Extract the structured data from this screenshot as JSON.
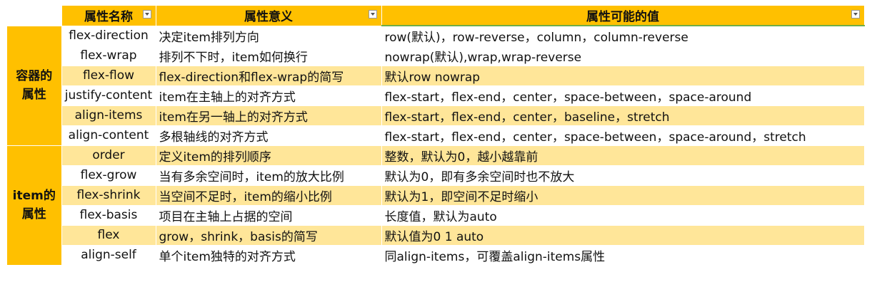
{
  "headers": {
    "name": "属性名称",
    "meaning": "属性意义",
    "values": "属性可能的值"
  },
  "groups": [
    {
      "label_line1": "容器的",
      "label_line2": "属性",
      "rows": [
        {
          "name": "flex-direction",
          "meaning": "决定item排列方向",
          "values": "row(默认)，row-reverse，column，column-reverse"
        },
        {
          "name": "flex-wrap",
          "meaning": "排列不下时，item如何换行",
          "values": "nowrap(默认),wrap,wrap-reverse"
        },
        {
          "name": "flex-flow",
          "meaning": "flex-direction和flex-wrap的简写",
          "values": "默认row nowrap"
        },
        {
          "name": "justify-content",
          "meaning": "item在主轴上的对齐方式",
          "values": "flex-start，flex-end，center，space-between，space-around"
        },
        {
          "name": "align-items",
          "meaning": "item在另一轴上的对齐方式",
          "values": "flex-start，flex-end，center，baseline，stretch"
        },
        {
          "name": "align-content",
          "meaning": "多根轴线的对齐方式",
          "values": "flex-start，flex-end，center，space-between，space-around，stretch"
        }
      ]
    },
    {
      "label_line1": "item的",
      "label_line2": "属性",
      "rows": [
        {
          "name": "order",
          "meaning": "定义item的排列顺序",
          "values": "整数，默认为0，越小越靠前"
        },
        {
          "name": "flex-grow",
          "meaning": "当有多余空间时，item的放大比例",
          "values": "默认为0，即有多余空间时也不放大"
        },
        {
          "name": "flex-shrink",
          "meaning": "当空间不足时，item的缩小比例",
          "values": "默认为1，即空间不足时缩小"
        },
        {
          "name": "flex-basis",
          "meaning": "项目在主轴上占据的空间",
          "values": "长度值，默认为auto"
        },
        {
          "name": "flex",
          "meaning": "grow，shrink，basis的简写",
          "values": "默认值为0 1 auto"
        },
        {
          "name": "align-self",
          "meaning": "单个item独特的对齐方式",
          "values": "同align-items，可覆盖align-items属性"
        }
      ]
    }
  ],
  "colors": {
    "header_bg": "#ffc000",
    "header_text": "#ffffff",
    "band_odd": "#ffe699",
    "band_even": "#ffffff"
  }
}
